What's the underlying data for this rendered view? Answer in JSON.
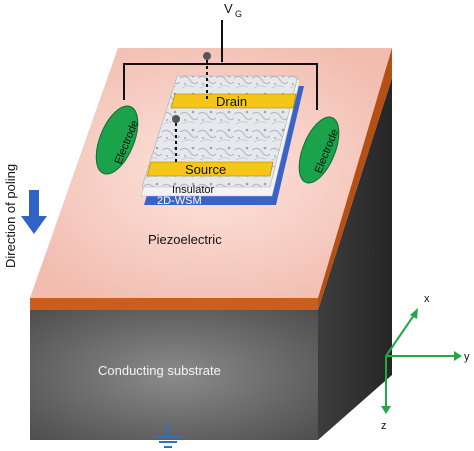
{
  "labels": {
    "gate_voltage": "V",
    "gate_voltage_sub": "G",
    "drain": "Drain",
    "source": "Source",
    "insulator": "Insulator",
    "channel": "2D-WSM",
    "electrode_left": "Electrode",
    "electrode_right": "Electrode",
    "piezoelectric": "Piezoelectric",
    "substrate": "Conducting substrate",
    "poling": "Direction of poling"
  },
  "axes": {
    "x": "x",
    "y": "y",
    "z": "z"
  },
  "colors": {
    "piezo_top": "#f2bdb0",
    "piezo_front_edge": "#c85f1e",
    "substrate_front": "#6a6a6a",
    "substrate_side": "#3f3f3f",
    "electrode": "#1aa34a",
    "contact": "#f5c518",
    "channel": "#3a63c8",
    "poling_arrow": "#2f63c7",
    "axis": "#22a845",
    "ground": "#2a72c9"
  }
}
